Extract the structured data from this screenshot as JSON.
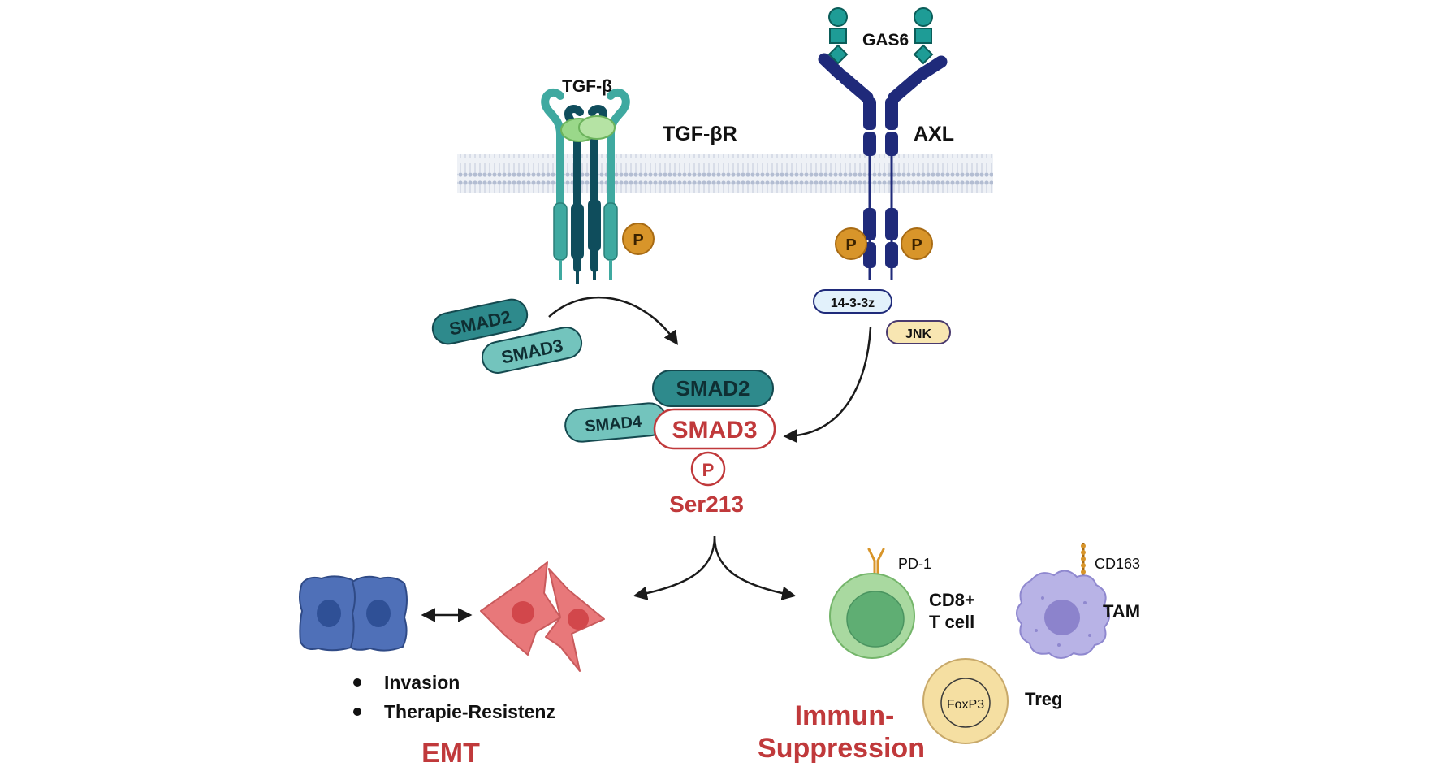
{
  "colors": {
    "teal_light": "#3fa9a0",
    "teal_dark": "#0f4d5c",
    "teal_mid": "#2e8a8c",
    "ligand_green": "#9ad88a",
    "axl_navy": "#1f2a7a",
    "gas6_teal": "#1e9c96",
    "phospho_gold": "#d8952a",
    "red_accent": "#c0393b",
    "membrane": "#b9c3d6",
    "epithelial_blue": "#4f70b8",
    "mesenchymal_red": "#e8787a",
    "tcell_green": "#a9d9a0",
    "tam_lavender": "#b8b3e6",
    "treg_cream": "#f5dfa2"
  },
  "icons": [
    "tgf-beta-receptor-icon",
    "axl-receptor-icon",
    "gas6-ligand-icon",
    "membrane-icon",
    "epithelial-cell-icon",
    "mesenchymal-cell-icon",
    "t-cell-icon",
    "macrophage-icon",
    "treg-cell-icon",
    "pd1-receptor-icon",
    "cd163-receptor-icon"
  ],
  "labels": {
    "tgf_beta": "TGF-β",
    "tgf_beta_r": "TGF-βR",
    "gas6": "GAS6",
    "axl": "AXL",
    "p": "P",
    "smad2_free": "SMAD2",
    "smad3_free": "SMAD3",
    "adapter_14_3_3z": "14-3-3z",
    "jnk": "JNK",
    "smad2_complex": "SMAD2",
    "smad4_complex": "SMAD4",
    "smad3_complex": "SMAD3",
    "ser213": "Ser213",
    "pd1": "PD-1",
    "cd8_line1": "CD8+",
    "cd8_line2": "T cell",
    "cd163": "CD163",
    "tam": "TAM",
    "foxp3": "FoxP3",
    "treg": "Treg",
    "invasion": "Invasion",
    "therapy_resistance": "Therapie-Resistenz",
    "emt": "EMT",
    "immune_line1": "Immun-",
    "immune_line2": "Suppression"
  }
}
